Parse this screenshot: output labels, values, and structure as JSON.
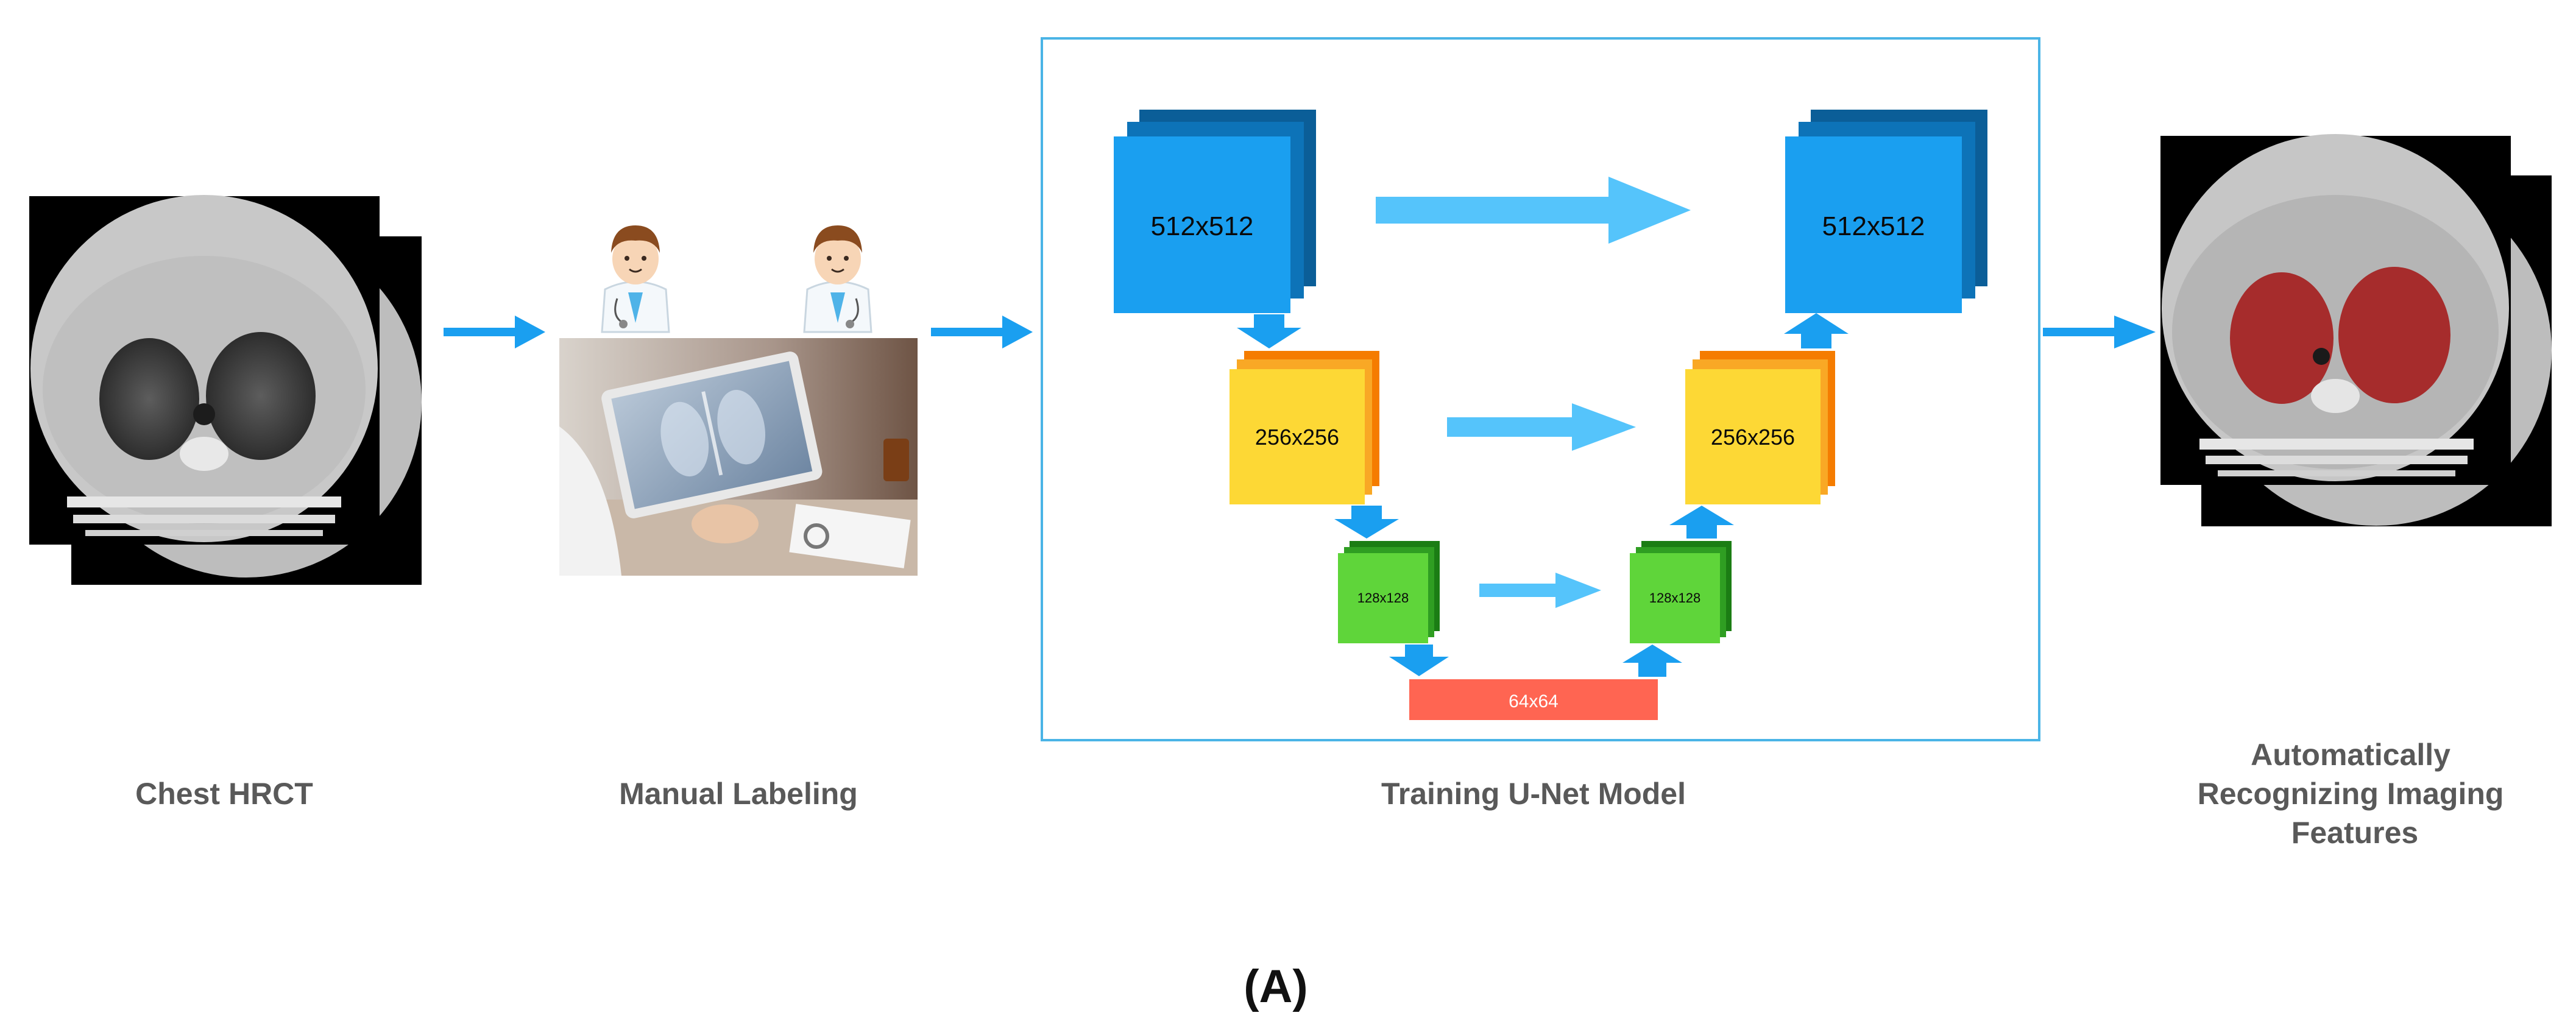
{
  "stages": [
    {
      "label": "Chest HRCT"
    },
    {
      "label": "Manual Labeling"
    },
    {
      "label": "Training U-Net Model"
    },
    {
      "label_lines": [
        "Automatically",
        "Recognizing Imaging",
        "Features"
      ]
    }
  ],
  "unet": {
    "enc1": "512x512",
    "enc2": "256x256",
    "enc3": "128x128",
    "bottleneck": "64x64",
    "dec3": "128x128",
    "dec2": "256x256",
    "dec1": "512x512"
  },
  "panel_label": "(A)",
  "colors": {
    "arrow": "#1a9ff0",
    "skip_arrow": "#55c4fb",
    "blue_front": "#1a9ff0",
    "blue_back": "#0b5e98",
    "yellow_front": "#fdd835",
    "yellow_back": "#f57c00",
    "green_front": "#5fd53a",
    "green_back": "#1b7d14",
    "bottleneck": "#ff6552",
    "frame": "#4ab4e6",
    "label_text": "#595959"
  }
}
